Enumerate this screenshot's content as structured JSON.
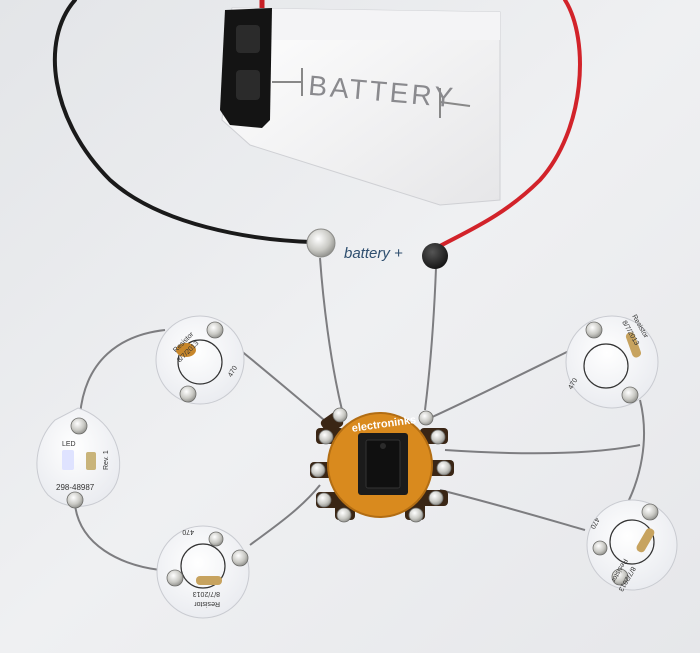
{
  "photo": {
    "battery_label": "BATTERY",
    "pad_label": "battery +",
    "chip_brand": "electroninks",
    "led_board": {
      "part_number": "298-48987",
      "dot_label": "LED",
      "rev": "Rev. 1"
    },
    "resistor_board_top_left": {
      "line1": "Resistor",
      "line2": "8/7/2013",
      "line3": "470"
    },
    "resistor_board_bottom_left": {
      "line1": "Resistor",
      "line2": "8/7/2013",
      "line3": "470"
    },
    "resistor_board_top_right": {
      "line1": "Resistor",
      "line2": "8/7/2013",
      "line3": "470"
    },
    "resistor_board_bottom_right": {
      "line1": "Resistor",
      "line2": "8/7/2013",
      "line3": "470"
    }
  }
}
